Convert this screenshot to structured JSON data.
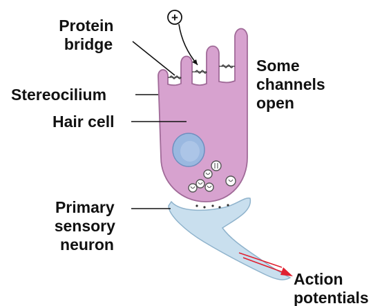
{
  "labels": {
    "protein_bridge": [
      "Protein",
      "bridge"
    ],
    "some_channels_open": [
      "Some",
      "channels",
      "open"
    ],
    "stereocilium": "Stereocilium",
    "hair_cell": "Hair cell",
    "primary_sensory_neuron": [
      "Primary",
      "sensory",
      "neuron"
    ],
    "action_potentials": [
      "Action",
      "potentials"
    ],
    "ion_symbol": "+"
  },
  "colors": {
    "hair_cell_fill": "#d7a2cf",
    "hair_cell_stroke": "#a06a98",
    "nucleus_fill": "#9ab8e0",
    "neuron_fill": "#c9dfee",
    "neuron_stroke": "#8fb3cc",
    "arrow": "#e02030",
    "text": "#111111"
  }
}
